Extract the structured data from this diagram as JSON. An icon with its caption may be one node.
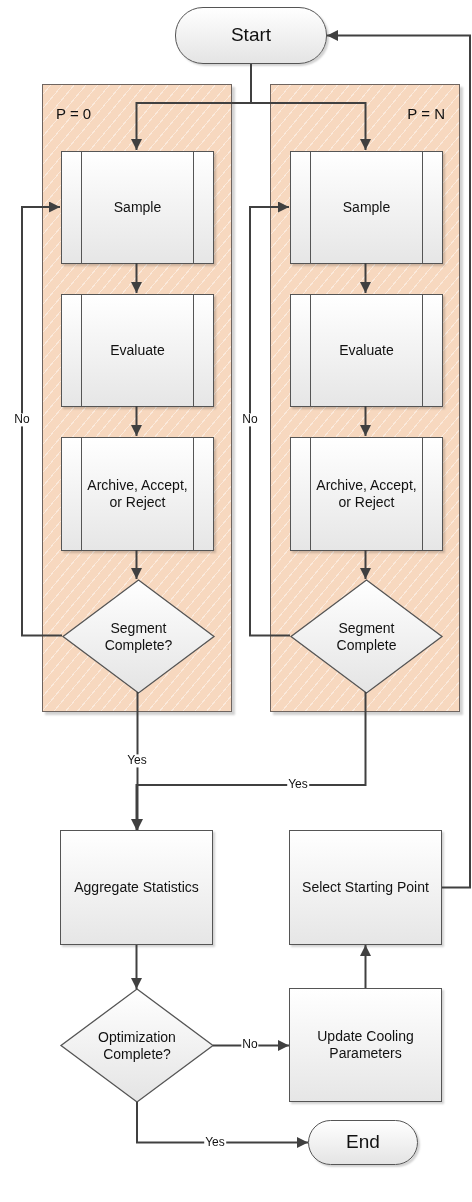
{
  "diagram": {
    "nodes": [
      {
        "text": [
          "Start"
        ]
      },
      {
        "text": [
          "P = 0"
        ]
      },
      {
        "text": [
          "Sample"
        ],
        "in": 1
      },
      {
        "text": [
          "Evaluate"
        ],
        "in": 1
      },
      {
        "text": [
          "Archive, Accept, or Reject"
        ],
        "in": 1
      },
      {
        "text": [
          "Segment Complete?"
        ],
        "in": 1
      },
      {
        "text": [
          "P = N"
        ]
      },
      {
        "text": [
          "Sample"
        ],
        "in": 6
      },
      {
        "text": [
          "Evaluate"
        ],
        "in": 6
      },
      {
        "text": [
          "Archive, Accept, or Reject"
        ],
        "in": 6
      },
      {
        "text": [
          "Segment Complete"
        ],
        "in": 6
      },
      {
        "text": [
          "Aggregate Statistics"
        ]
      },
      {
        "text": [
          "Select Starting Point"
        ]
      },
      {
        "text": [
          "Optimization Complete?"
        ]
      },
      {
        "text": [
          "Update Cooling Parameters"
        ]
      },
      {
        "text": [
          "End"
        ]
      }
    ],
    "edges": [
      {
        "from": 0,
        "to": 2,
        "arrow": "to"
      },
      {
        "from": 0,
        "to": 7,
        "arrow": "to"
      },
      {
        "from": 2,
        "to": 3,
        "arrow": "to"
      },
      {
        "from": 3,
        "to": 4,
        "arrow": "to"
      },
      {
        "from": 4,
        "to": 5,
        "arrow": "to"
      },
      {
        "from": 5,
        "to": 2,
        "arrow": "to",
        "label": "No"
      },
      {
        "from": 7,
        "to": 8,
        "arrow": "to"
      },
      {
        "from": 8,
        "to": 9,
        "arrow": "to"
      },
      {
        "from": 9,
        "to": 10,
        "arrow": "to"
      },
      {
        "from": 10,
        "to": 7,
        "arrow": "to",
        "label": "No"
      },
      {
        "from": 5,
        "to": 11,
        "arrow": "to",
        "label": "Yes"
      },
      {
        "from": 10,
        "to": 11,
        "arrow": "to",
        "label": "Yes"
      },
      {
        "from": 11,
        "to": 13,
        "arrow": "to"
      },
      {
        "from": 13,
        "to": 14,
        "arrow": "to",
        "label": "No"
      },
      {
        "from": 14,
        "to": 12,
        "arrow": "to"
      },
      {
        "from": 12,
        "to": 0,
        "arrow": "to"
      },
      {
        "from": 13,
        "to": 15,
        "arrow": "to",
        "label": "Yes"
      }
    ]
  }
}
